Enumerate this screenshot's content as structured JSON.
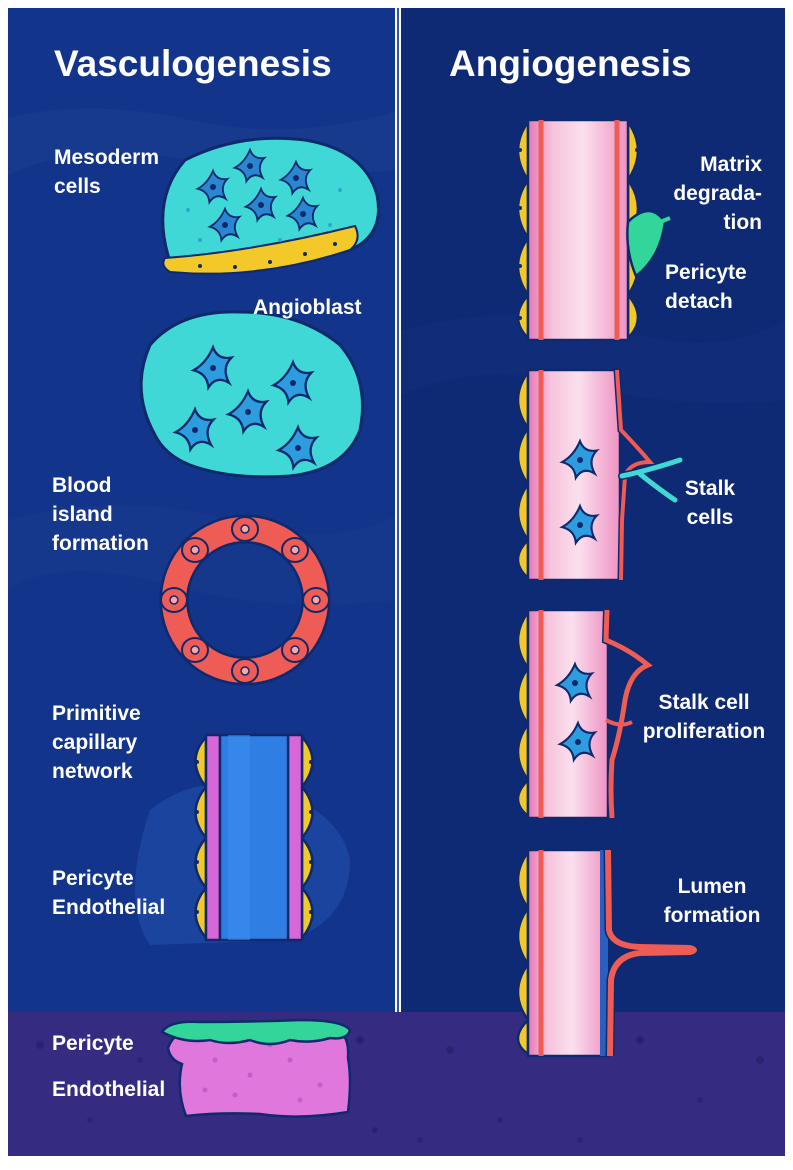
{
  "colors": {
    "background_left": "#12348a",
    "background_right": "#0f2a74",
    "floor": "#352c82",
    "tissue_cyan": "#3fd8d6",
    "cell_blue": "#2e9de0",
    "vessel_ring_red": "#ef5b55",
    "pericyte_yellow": "#f2c929",
    "endothelial_pink": "#f5b8d6",
    "pericyte_green": "#33d69a",
    "endothelial_magenta": "#d766d9"
  },
  "left_panel": {
    "title": "Vasculogenesis",
    "labels": {
      "mesoderm": "Mesoderm\ncells",
      "angioblast": "Angioblast",
      "blood_island": "Blood\nisland\nformation",
      "primitive_network": "Primitive\ncapillary\nnetwork",
      "pericyte_endothelial": "Pericyte\nEndothelial",
      "pericyte": "Pericyte",
      "endothelial": "Endothelial"
    }
  },
  "right_panel": {
    "title": "Angiogenesis",
    "labels": {
      "matrix_degradation": "Matrix\ndegrada-\ntion",
      "pericyte_detach": "Pericyte\ndetach",
      "stalk_cells": "Stalk\ncells",
      "stalk_proliferation": "Stalk cell\nproliferation",
      "lumen_formation": "Lumen\nformation"
    }
  }
}
